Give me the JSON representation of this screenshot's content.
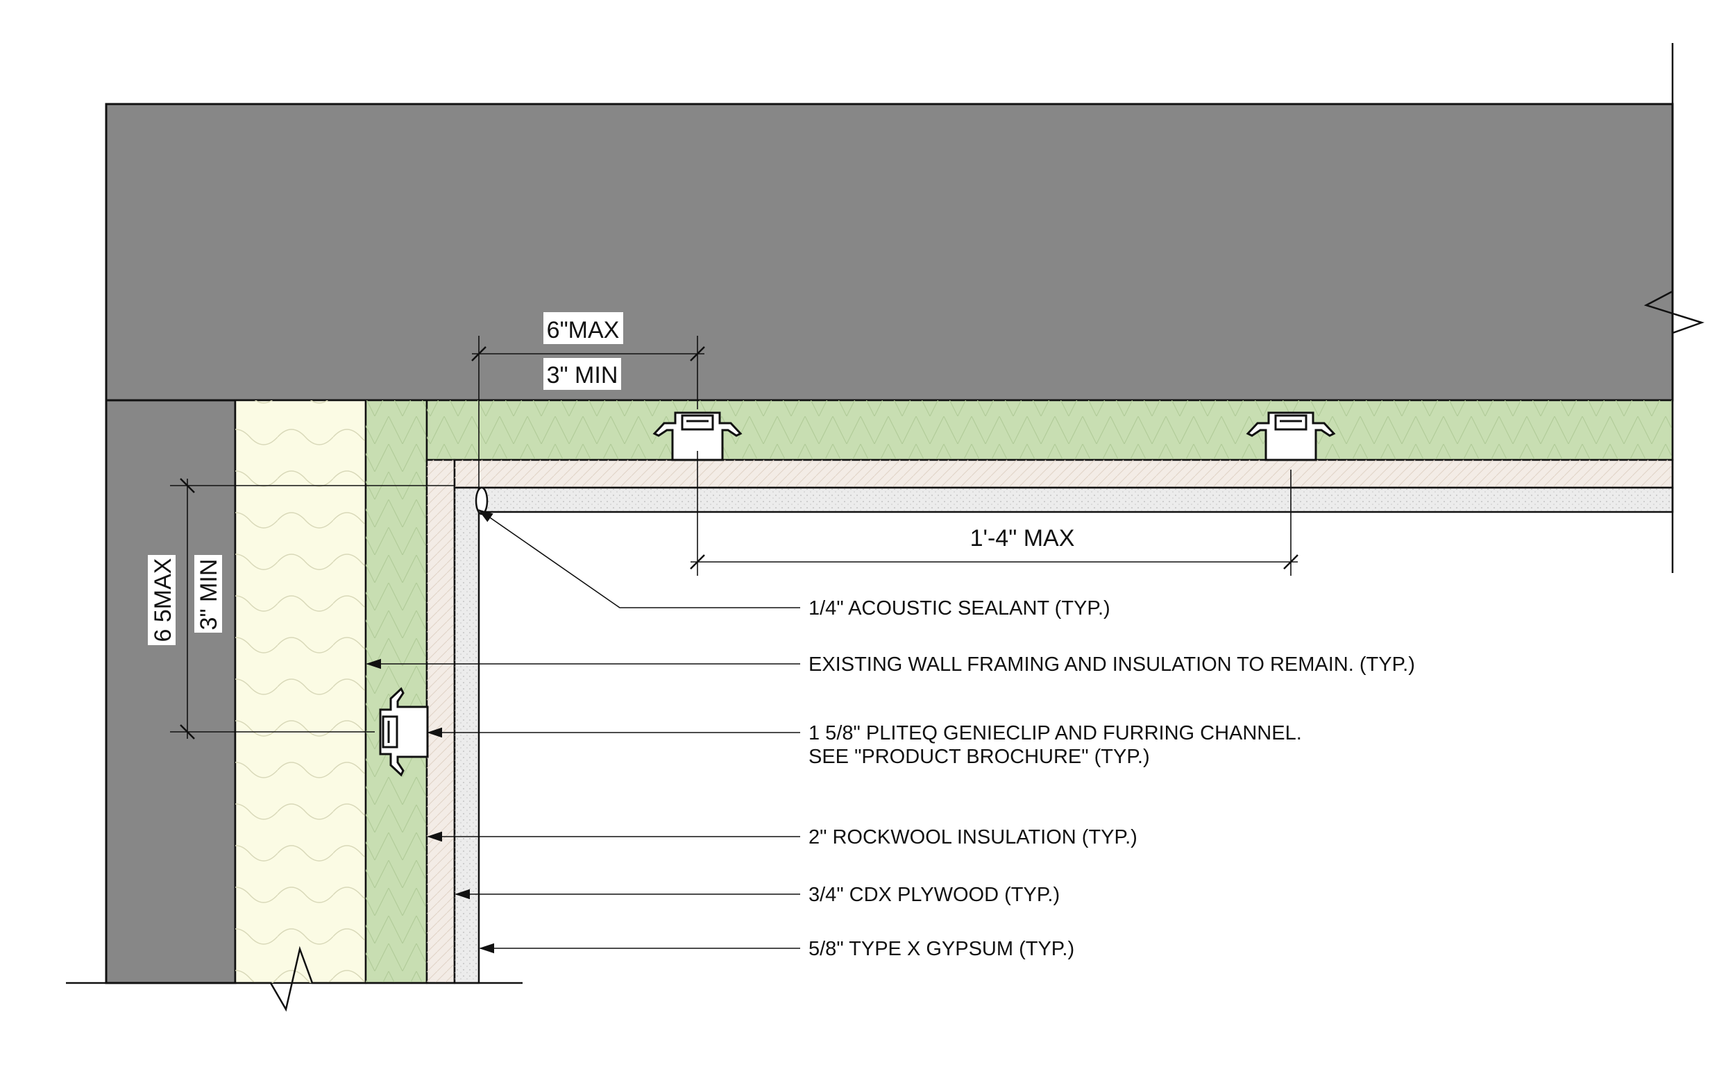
{
  "colors": {
    "structure": "#878787",
    "framing_insulation": "#fbfbe4",
    "rockwool": "#c8deb2",
    "plywood": "#f3ece6",
    "gypsum": "#ececec",
    "line": "#111111"
  },
  "dimensions": {
    "horizontal_clip_offset_max": "6\"MAX",
    "horizontal_clip_offset_min": "3\" MIN",
    "clip_spacing": "1'-4\" MAX",
    "vertical_clip_offset_max": "6 5MAX",
    "vertical_clip_offset_min": "3\" MIN"
  },
  "callouts": [
    {
      "lines": [
        "1/4\" ACOUSTIC SEALANT (TYP.)"
      ]
    },
    {
      "lines": [
        "EXISTING WALL FRAMING AND INSULATION TO REMAIN. (TYP.)"
      ]
    },
    {
      "lines": [
        "1 5/8\" PLITEQ GENIECLIP AND FURRING CHANNEL.",
        "SEE \"PRODUCT BROCHURE\" (TYP.)"
      ]
    },
    {
      "lines": [
        "2\" ROCKWOOL INSULATION (TYP.)"
      ]
    },
    {
      "lines": [
        "3/4\" CDX PLYWOOD (TYP.)"
      ]
    },
    {
      "lines": [
        "5/8\" TYPE X GYPSUM (TYP.)"
      ]
    }
  ]
}
